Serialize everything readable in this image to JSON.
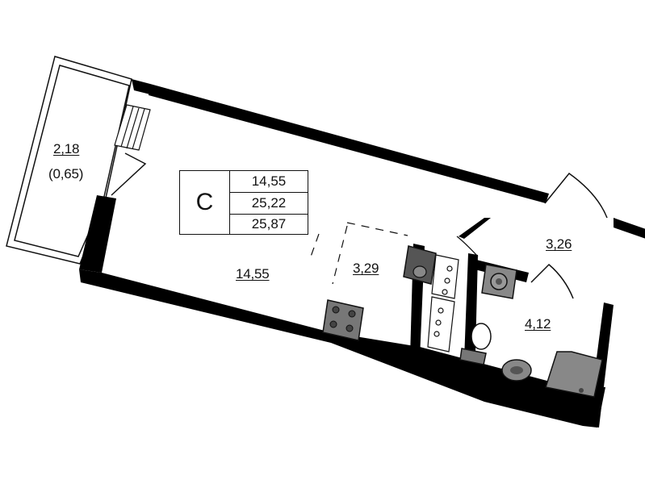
{
  "legend": {
    "type_letter": "С",
    "values": [
      "14,55",
      "25,22",
      "25,87"
    ]
  },
  "rooms": {
    "balcony_area": "2,18",
    "balcony_reduced_area": "(0,65)",
    "living_area": "14,55",
    "kitchen_area": "3,29",
    "hall_area": "3,26",
    "bathroom_area": "4,12"
  },
  "colors": {
    "wall": "#000000",
    "fixture": "#7a7a7a",
    "background": "#ffffff"
  }
}
